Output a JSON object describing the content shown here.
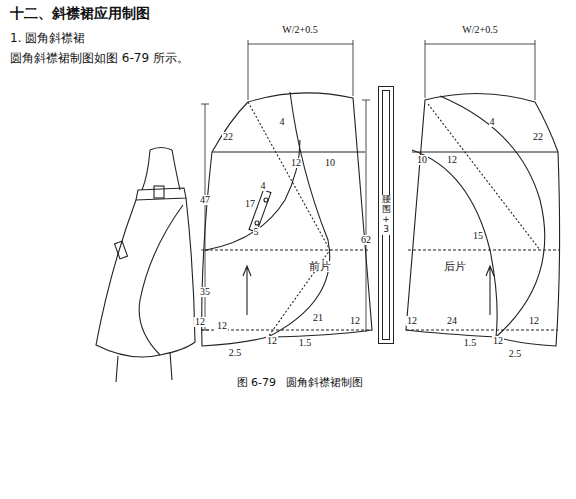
{
  "diagram": {
    "title": "十二、斜襟裙应用制图",
    "caption": "图 6-79   圆角斜襟裙制图",
    "nodes": [
      {
        "text": [
          "腰围+3"
        ]
      }
    ],
    "labels": [
      "1. 圆角斜襟裙",
      "圆角斜襟裙制图如图 6-79 所示。",
      "W/2+0.5",
      "4",
      "22",
      "12",
      "10",
      "4",
      "17",
      "5",
      "47",
      "前片",
      "35",
      "12",
      "12",
      "21",
      "12",
      "12",
      "2.5",
      "1.5",
      "62",
      "W/2+0.5",
      "4",
      "22",
      "10",
      "12",
      "15",
      "后片",
      "12",
      "24",
      "12",
      "1.5",
      "12",
      "2.5"
    ]
  }
}
